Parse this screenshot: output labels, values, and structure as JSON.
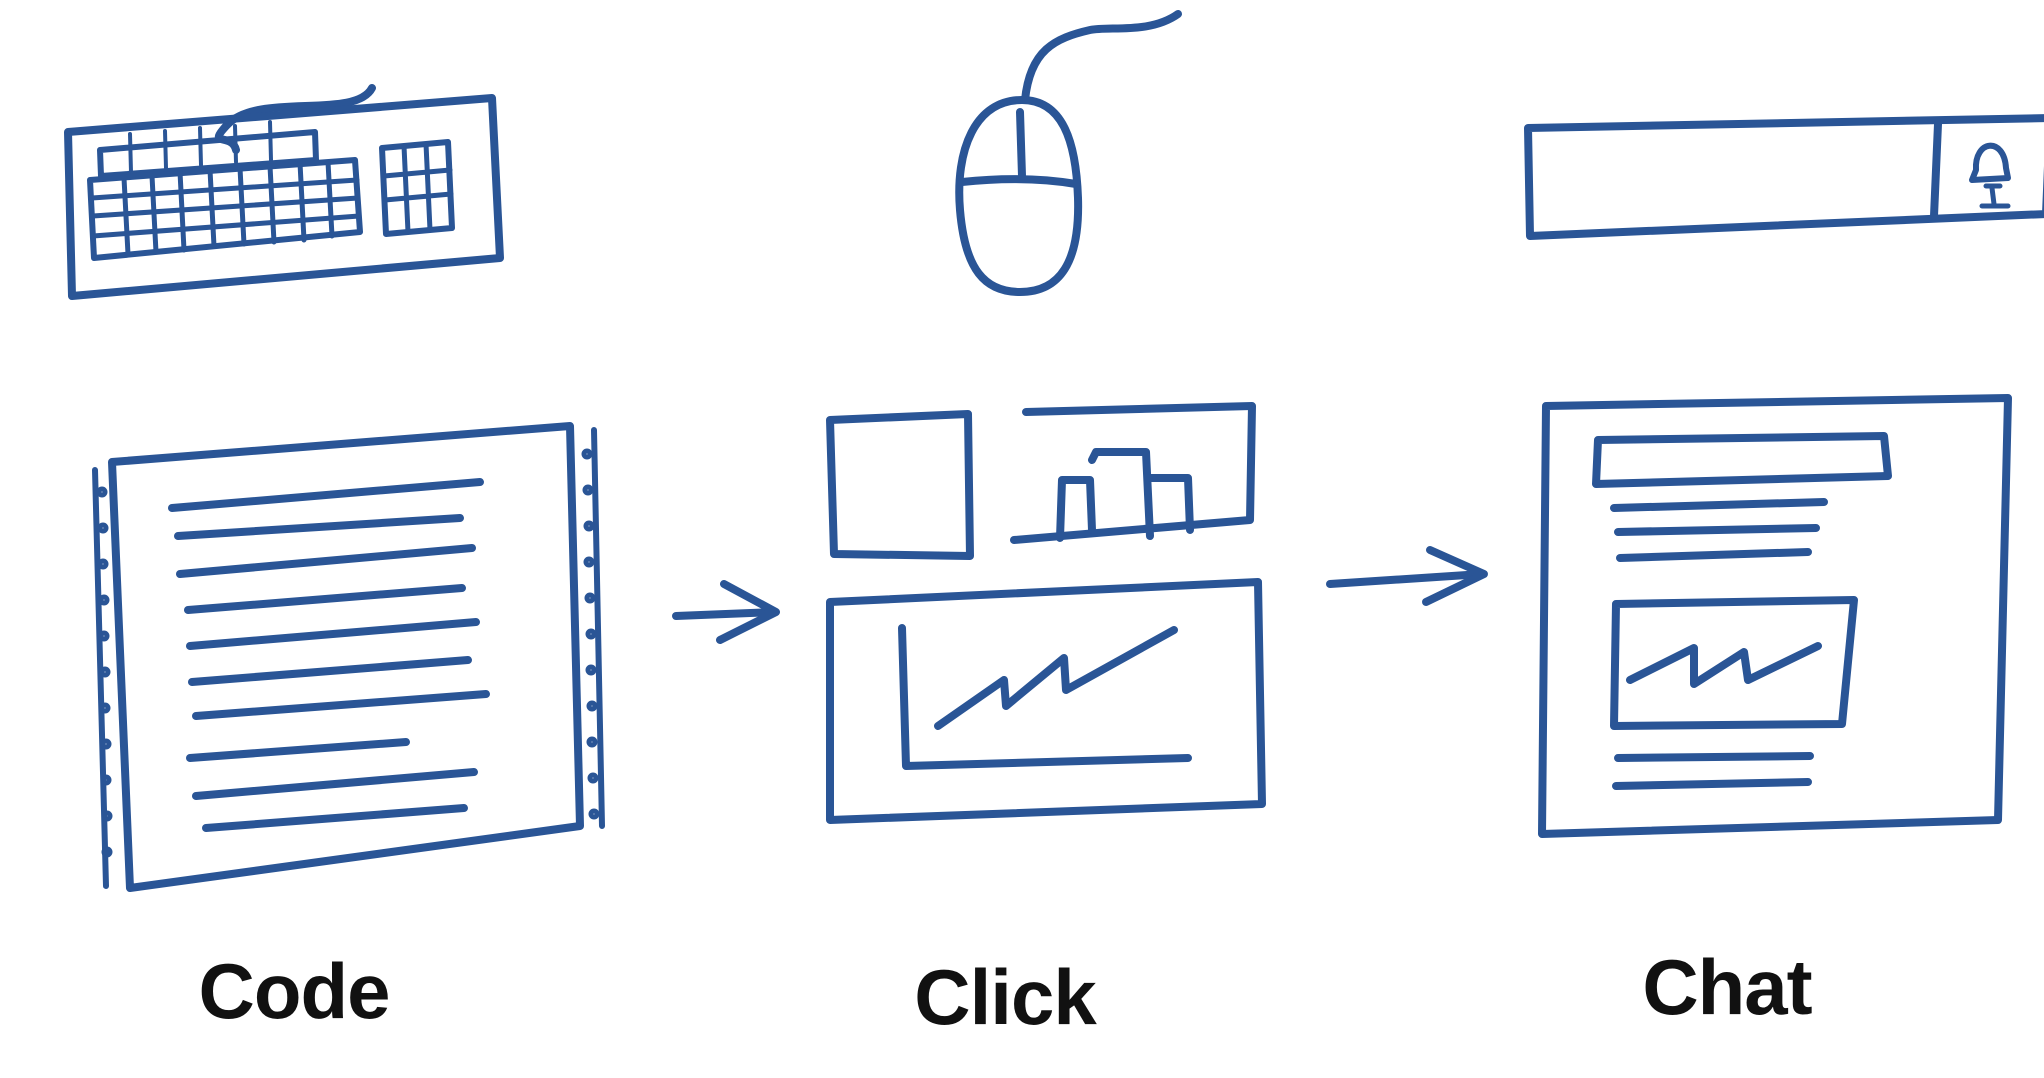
{
  "colors": {
    "ink": "#2a5596",
    "label_text": "#111111",
    "background": "#ffffff"
  },
  "columns": [
    {
      "id": "code",
      "label": "Code",
      "input_icon": "keyboard-icon",
      "output_icon": "printed-document-icon"
    },
    {
      "id": "click",
      "label": "Click",
      "input_icon": "mouse-icon",
      "output_icon": "dashboard-icon"
    },
    {
      "id": "chat",
      "label": "Chat",
      "input_icon": "chat-input-bar-icon",
      "output_icon": "report-page-icon"
    }
  ],
  "connectors": [
    {
      "from": "code",
      "to": "click",
      "icon": "arrow-right-icon"
    },
    {
      "from": "click",
      "to": "chat",
      "icon": "arrow-right-icon"
    }
  ]
}
